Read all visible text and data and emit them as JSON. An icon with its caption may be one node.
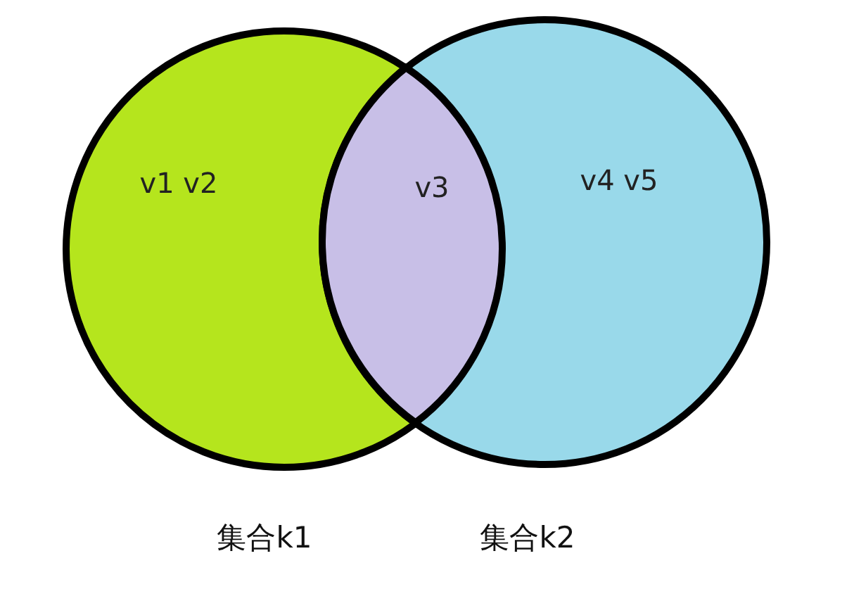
{
  "diagram": {
    "nodes": [
      {
        "text": [
          "v1 v2"
        ],
        "beside": [
          "集合k1"
        ]
      },
      {
        "text": [
          "v4 v5"
        ],
        "beside": [
          "集合k2"
        ]
      },
      {
        "text": [
          "v3"
        ]
      }
    ]
  }
}
